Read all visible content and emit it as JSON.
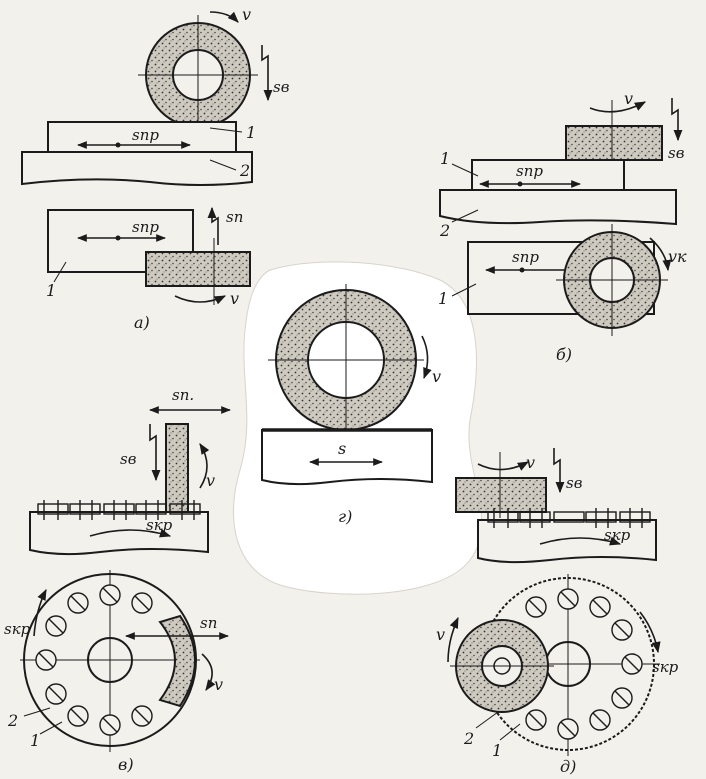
{
  "figures": {
    "a": {
      "caption": "а)",
      "wheel_speed": "v",
      "vertical_feed": "sв",
      "longitudinal_feed": "sпр",
      "longitudinal_feed_plan": "sпр",
      "cross_feed": "sп",
      "rotation_plan": "v",
      "label_1": "1",
      "label_2": "2",
      "label_1_plan": "1"
    },
    "b": {
      "caption": "б)",
      "wheel_speed": "v",
      "vertical_feed": "sв",
      "longitudinal_feed": "sпр",
      "longitudinal_feed_plan": "sпр",
      "wheel_speed_plan": "vк",
      "label_1": "1",
      "label_2": "2",
      "label_1_plan": "1"
    },
    "g": {
      "caption": "г)",
      "wheel_speed": "v",
      "feed": "s"
    },
    "v": {
      "caption": "в)",
      "cross_feed": "sп.",
      "vertical_feed": "sв",
      "wheel_speed": "v",
      "table_feed": "sкр",
      "table_feed_plan": "sкр",
      "cross_feed_plan": "sп",
      "wheel_speed_plan": "v",
      "label_1": "1",
      "label_2": "2"
    },
    "d": {
      "caption": "д)",
      "wheel_speed": "v",
      "vertical_feed": "sв",
      "table_feed": "sкр",
      "wheel_speed_plan": "v",
      "table_feed_plan": "sкр",
      "label_1": "1",
      "label_2": "2"
    }
  }
}
